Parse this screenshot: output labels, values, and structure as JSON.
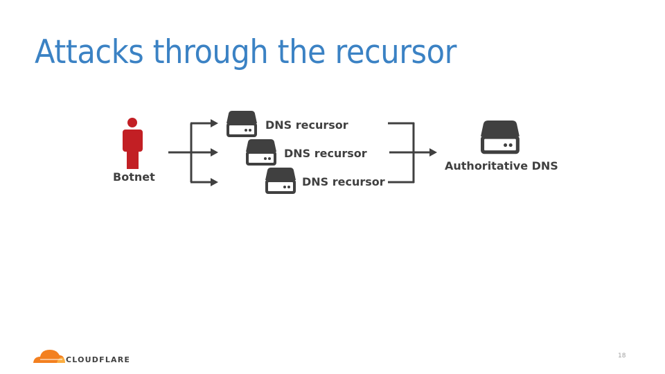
{
  "slide": {
    "title": "Attacks through the recursor",
    "page_number": "18"
  },
  "diagram": {
    "source": {
      "label": "Botnet",
      "icon": "person-icon",
      "color": "#c21f24"
    },
    "recursors": [
      {
        "label": "DNS recursor",
        "icon": "server-icon"
      },
      {
        "label": "DNS recursor",
        "icon": "server-icon"
      },
      {
        "label": "DNS recursor",
        "icon": "server-icon"
      }
    ],
    "target": {
      "label": "Authoritative DNS",
      "icon": "server-icon"
    },
    "line_color": "#404040"
  },
  "footer": {
    "logo_text": "CLOUDFLARE",
    "logo_color": "#f38020"
  }
}
